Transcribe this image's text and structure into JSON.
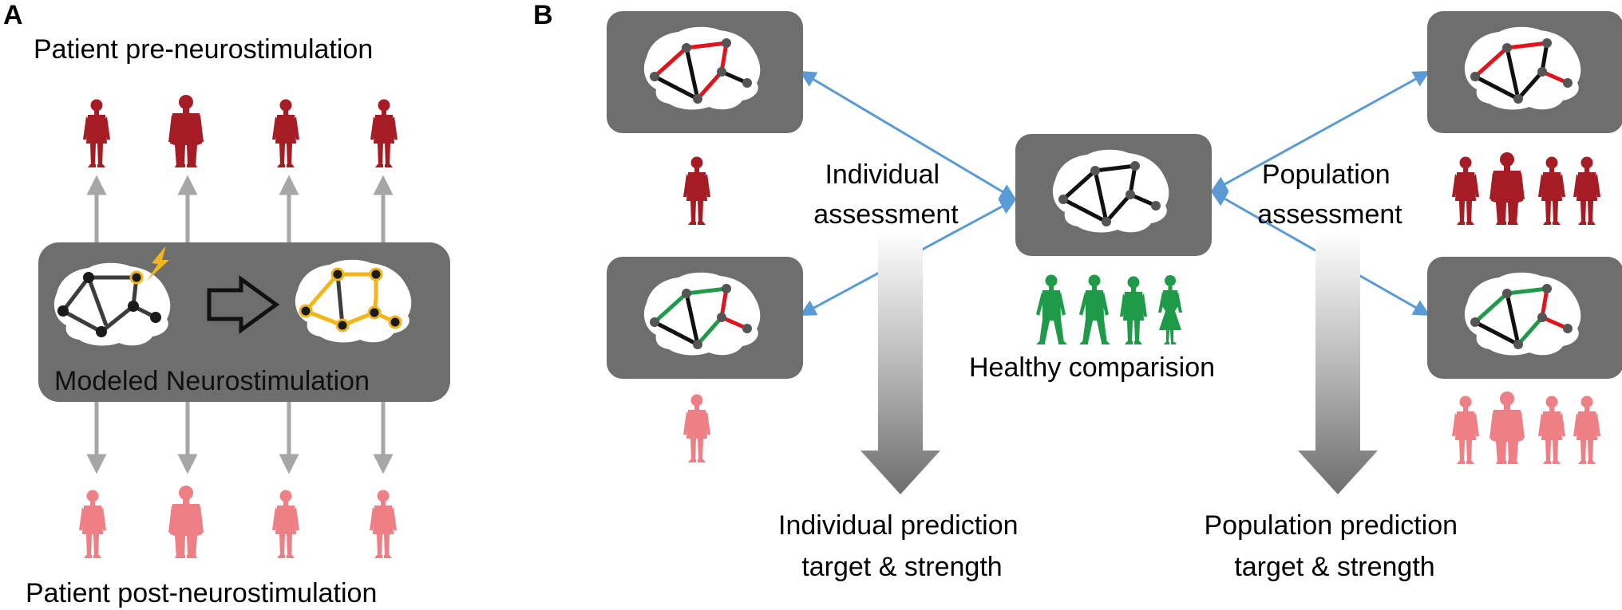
{
  "panel_a": {
    "letter": "A",
    "top_label": "Patient pre-neurostimulation",
    "model_label": "Modeled Neurostimulation",
    "bottom_label": "Patient post-neurostimulation"
  },
  "panel_b": {
    "letter": "B",
    "individual_assessment": [
      "Individual",
      "assessment"
    ],
    "population_assessment": [
      "Population",
      "assessment"
    ],
    "healthy_label": "Healthy comparision",
    "individual_prediction": [
      "Individual prediction",
      "target & strength"
    ],
    "population_prediction": [
      "Population prediction",
      "target & strength"
    ]
  },
  "colors": {
    "patient_pre": "#a51c24",
    "patient_post": "#ee7f84",
    "healthy": "#1f9a49",
    "panel_gray": "#6e6e6e",
    "edge_red": "#e0151b",
    "edge_green": "#1f9a49",
    "edge_orange": "#f2b61c",
    "arrow_blue": "#5b9bd5",
    "arrow_gray": "#a6a6a6"
  }
}
